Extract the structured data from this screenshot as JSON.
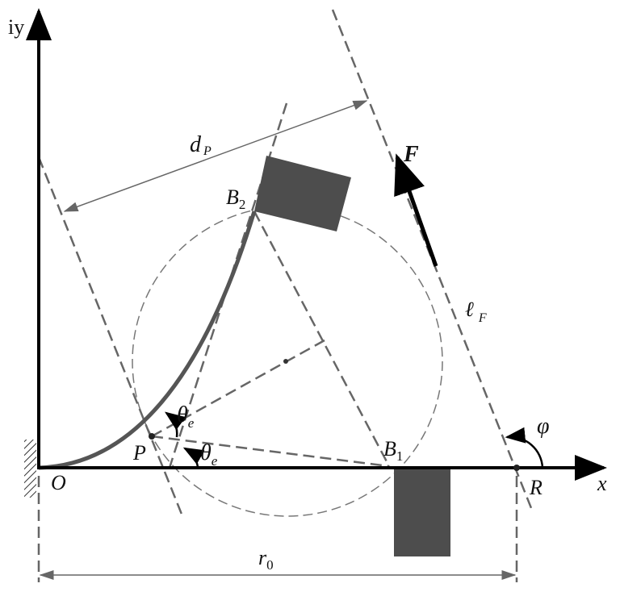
{
  "labels": {
    "y_axis": "iy",
    "x_axis": "x",
    "origin": "O",
    "point_R": "R",
    "point_P": "P",
    "B1": "B",
    "B1_sub": "1",
    "B2": "B",
    "B2_sub": "2",
    "theta_top": "θ",
    "theta_top_sub": "e",
    "theta_bottom": "θ",
    "theta_bottom_sub": "e",
    "phi": "φ",
    "force": "F",
    "line_F": "ℓ",
    "line_F_sub": "F",
    "distance": "d",
    "distance_sub": "P",
    "radius": "r",
    "radius_sub": "0"
  },
  "colors": {
    "axis": "#000000",
    "dashed": "#666666",
    "block": "#4d4d4d",
    "curve": "#555555"
  }
}
